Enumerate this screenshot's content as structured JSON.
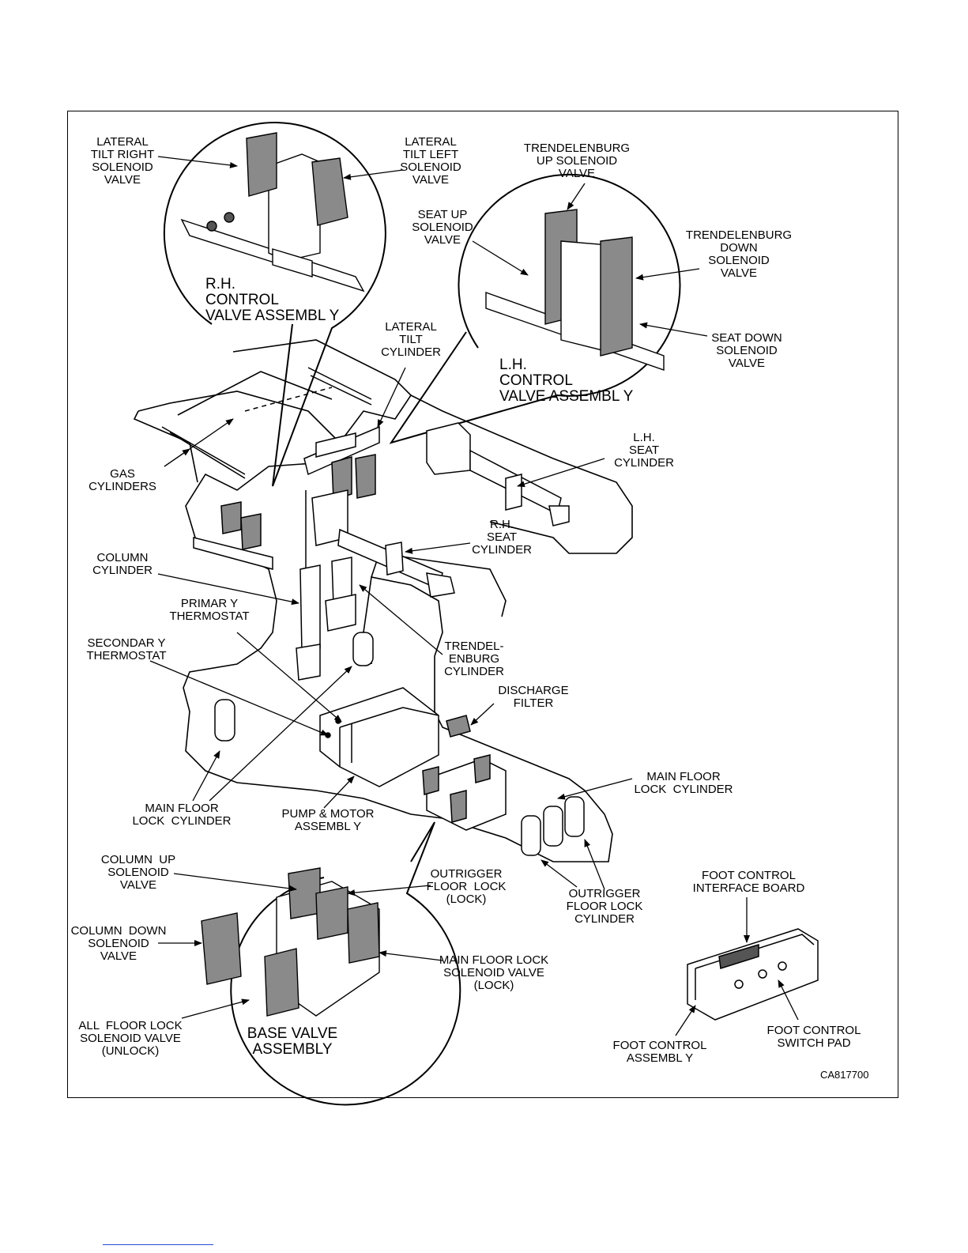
{
  "figure_id": "CA817700",
  "callouts": {
    "rh_assembly_title": "R.H.\nCONTROL\nVALVE ASSEMBL Y",
    "lh_assembly_title": "L.H.\nCONTROL\nVALVE ASSEMBL Y",
    "base_assembly_title": "BASE VALVE\nASSEMBLY"
  },
  "labels": {
    "lateral_tilt_right": "LATERAL\nTILT RIGHT\nSOLENOID\nVALVE",
    "lateral_tilt_left": "LATERAL\nTILT LEFT\nSOLENOID\nVALVE",
    "trend_up": "TRENDELENBURG\nUP SOLENOID\nVALVE",
    "seat_up": "SEAT UP\nSOLENOID\nVALVE",
    "trend_down": "TRENDELENBURG\nDOWN\nSOLENOID\nVALVE",
    "seat_down": "SEAT DOWN\nSOLENOID\nVALVE",
    "lateral_tilt_cyl": "LATERAL\nTILT\nCYLINDER",
    "gas_cyl": "GAS\nCYLINDERS",
    "lh_seat_cyl": "L.H.\nSEAT\nCYLINDER",
    "rh_seat_cyl": "R.H.\nSEAT\nCYLINDER",
    "column_cyl": "COLUMN\nCYLINDER",
    "primary_thermo": "PRIMAR Y\nTHERMOSTAT",
    "secondary_thermo": "SECONDAR Y\nTHERMOSTAT",
    "trend_cyl": "TRENDEL-\nENBURG\nCYLINDER",
    "discharge_filter": "DISCHARGE\nFILTER",
    "main_floor_lock_cyl_left": "MAIN FLOOR\nLOCK  CYLINDER",
    "pump_motor": "PUMP & MOTOR\nASSEMBL Y",
    "main_floor_lock_cyl_right": "MAIN FLOOR\nLOCK  CYLINDER",
    "outrigger_cyl": "OUTRIGGER\nFLOOR LOCK\nCYLINDER",
    "column_up": "COLUMN  UP\nSOLENOID\nVALVE",
    "outrigger_lock": "OUTRIGGER\nFLOOR  LOCK\n(LOCK)",
    "column_down": "COLUMN  DOWN\nSOLENOID\nVALVE",
    "main_floor_lock_valve": "MAIN FLOOR LOCK\nSOLENOID VALVE\n(LOCK)",
    "all_floor_lock": "ALL  FLOOR LOCK\nSOLENOID VALVE\n(UNLOCK)",
    "foot_interface": "FOOT CONTROL\nINTERFACE BOARD",
    "foot_assembly": "FOOT CONTROL\nASSEMBL Y",
    "foot_switch": "FOOT CONTROL\nSWITCH PAD"
  }
}
